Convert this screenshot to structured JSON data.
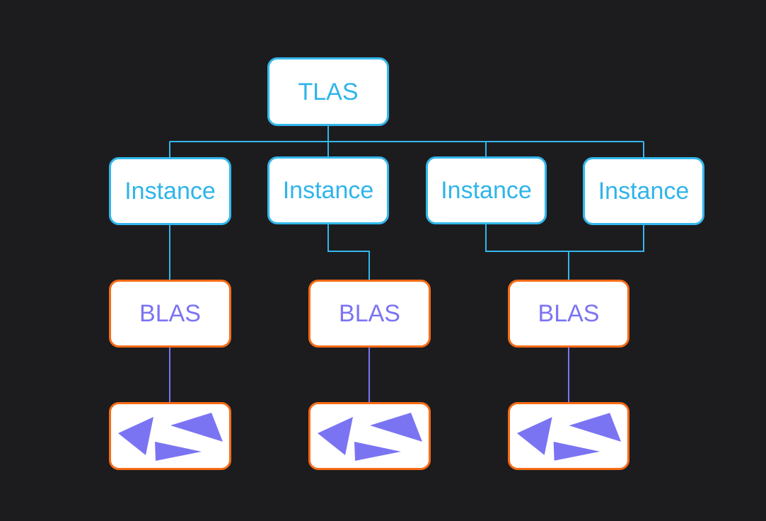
{
  "diagram": {
    "tlas": {
      "label": "TLAS"
    },
    "instances": [
      {
        "label": "Instance"
      },
      {
        "label": "Instance"
      },
      {
        "label": "Instance"
      },
      {
        "label": "Instance"
      }
    ],
    "blas": [
      {
        "label": "BLAS"
      },
      {
        "label": "BLAS"
      },
      {
        "label": "BLAS"
      }
    ],
    "geometry": [
      {
        "icon": "triangles-icon"
      },
      {
        "icon": "triangles-icon"
      },
      {
        "icon": "triangles-icon"
      }
    ],
    "colors": {
      "background": "#1c1c1f",
      "tlas_instance_border": "#33b7ec",
      "blas_geometry_border": "#f76b15",
      "blas_text_triangles": "#7b74f2",
      "tlas_connector": "#33b7ec",
      "blas_connector": "#7b74f2"
    }
  }
}
